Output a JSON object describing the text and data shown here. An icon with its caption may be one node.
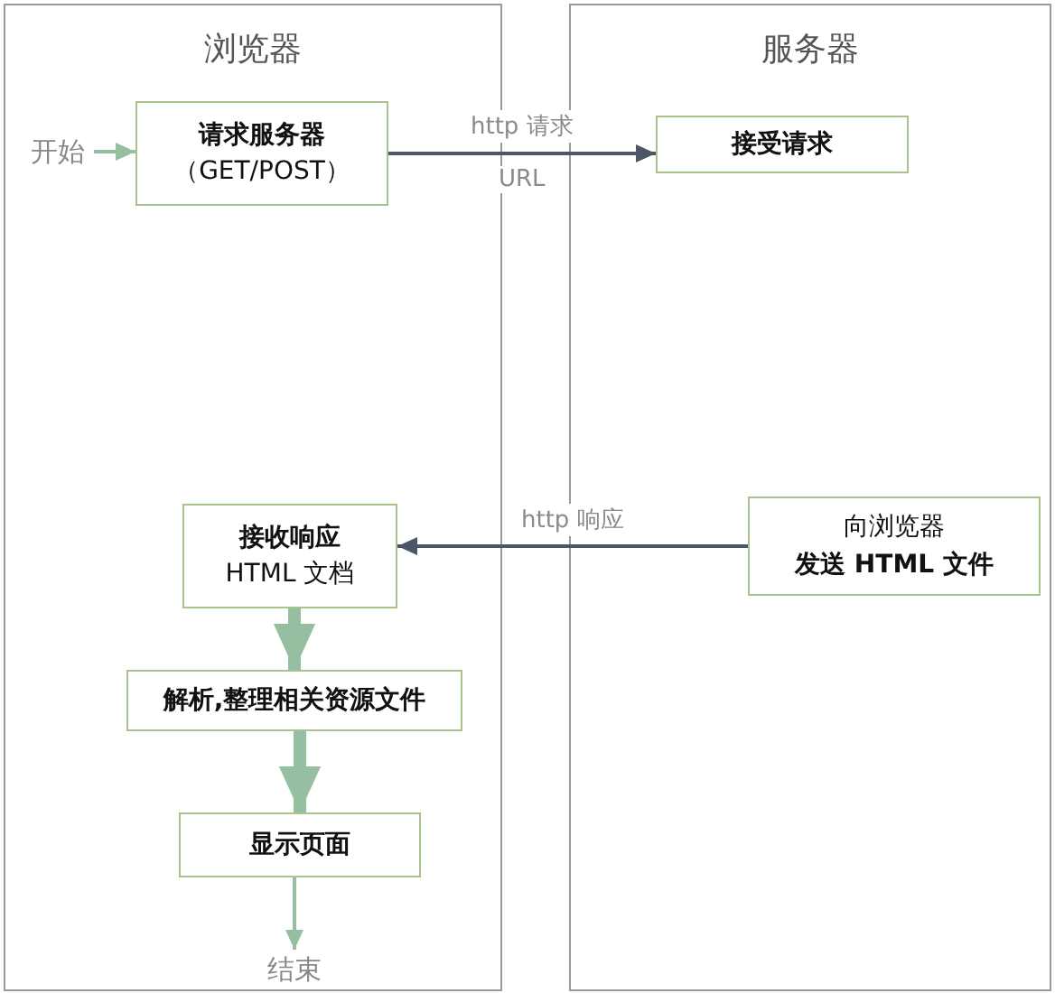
{
  "diagram": {
    "nodes": [
      {
        "text": [
          "浏览器"
        ]
      },
      {
        "text": [
          "服务器"
        ]
      },
      {
        "text": [
          "开始"
        ],
        "in": 0
      },
      {
        "text": [
          "请求服务器",
          "（GET/POST）"
        ],
        "in": 0
      },
      {
        "text": [
          "接受请求"
        ],
        "in": 1
      },
      {
        "text": [
          "接收响应",
          "HTML 文档"
        ],
        "in": 0
      },
      {
        "text": [
          "向浏览器",
          "发送 HTML 文件"
        ],
        "in": 1
      },
      {
        "text": [
          "解析,整理相关资源文件"
        ],
        "in": 0
      },
      {
        "text": [
          "显示页面"
        ],
        "in": 0
      },
      {
        "text": [
          "结束"
        ],
        "in": 0
      }
    ],
    "edges": [
      {
        "from": 2,
        "to": 3,
        "arrow": "to"
      },
      {
        "from": 3,
        "to": 4,
        "arrow": "to",
        "label": "http 请求",
        "color": "#4d5666"
      },
      {
        "from": 6,
        "to": 5,
        "arrow": "to",
        "label": "http 响应",
        "color": "#4d5666"
      },
      {
        "from": 5,
        "to": 7,
        "arrow": "to",
        "style": "thick"
      },
      {
        "from": 7,
        "to": 8,
        "arrow": "to",
        "style": "thick"
      },
      {
        "from": 8,
        "to": 9,
        "arrow": "to"
      }
    ],
    "labels": [
      "URL"
    ]
  }
}
